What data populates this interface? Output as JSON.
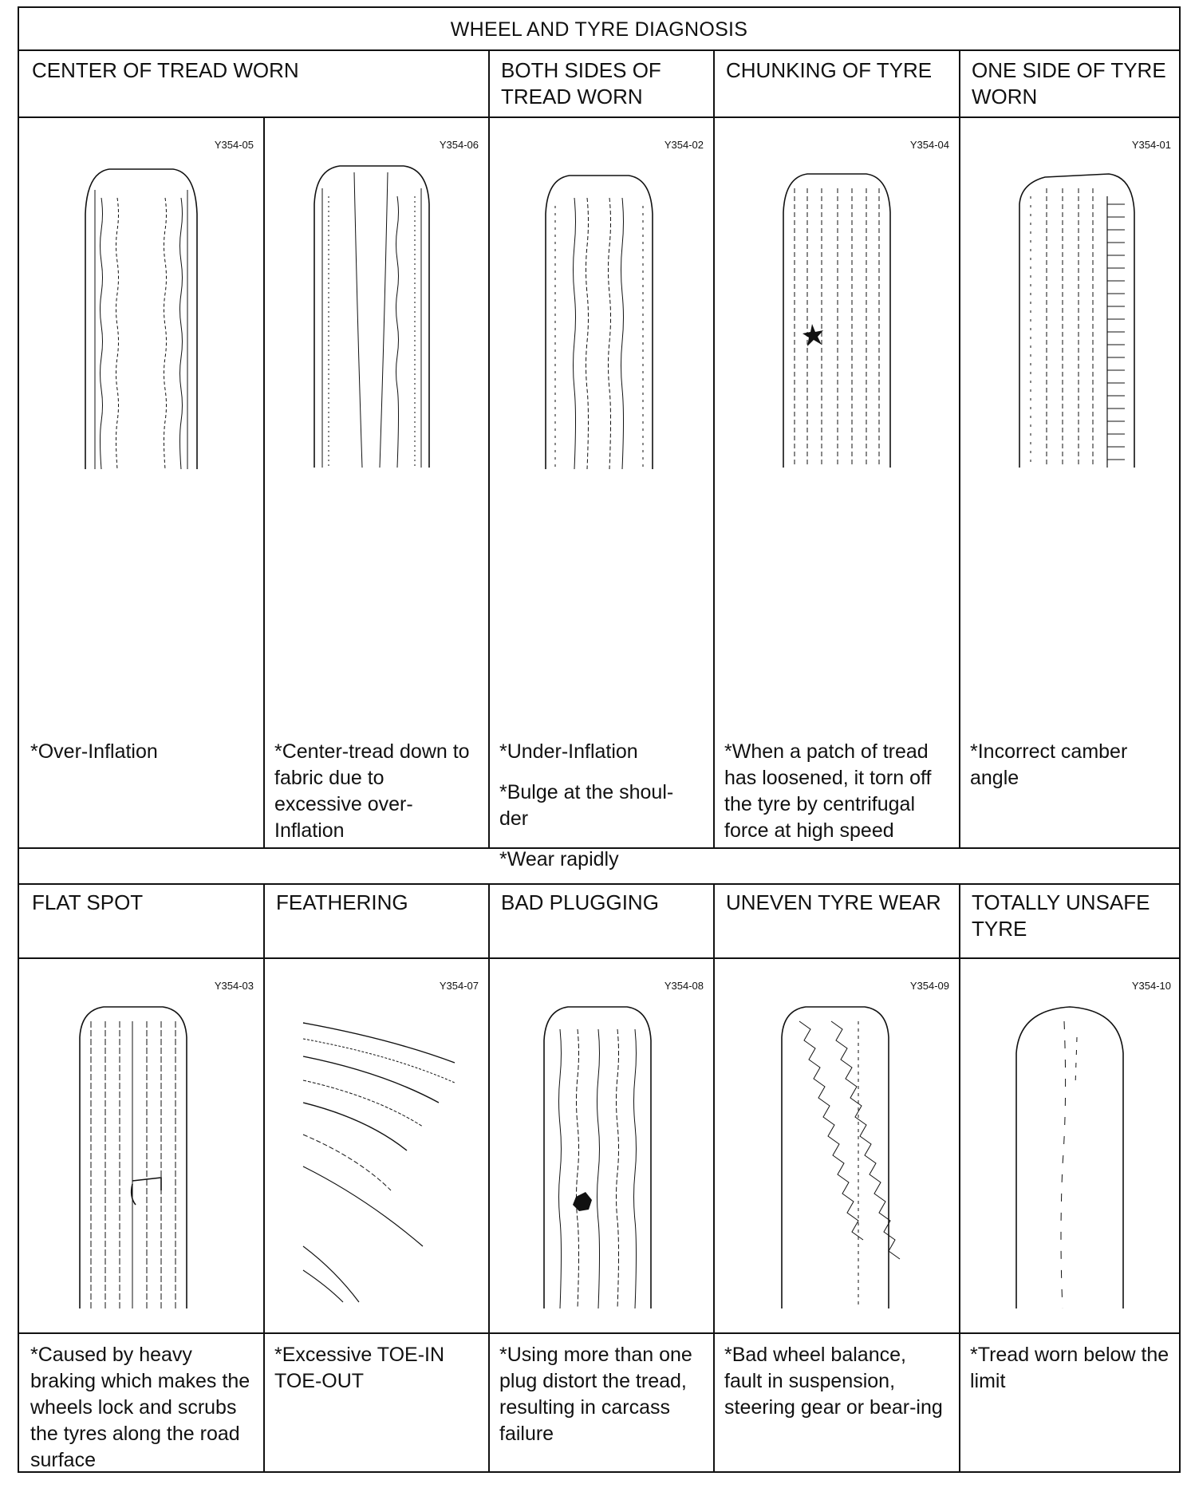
{
  "title": "WHEEL AND TYRE DIAGNOSIS",
  "top_section": {
    "headers": [
      "CENTER OF TREAD WORN",
      "BOTH SIDES OF TREAD WORN",
      "CHUNKING OF TYRE",
      "ONE SIDE OF TYRE WORN"
    ],
    "codes": [
      "Y354-05",
      "Y354-06",
      "Y354-02",
      "Y354-04",
      "Y354-01"
    ],
    "descriptions": [
      [
        "*Over-Inflation"
      ],
      [
        "*Center-tread down to fabric due to excessive over-Inflation"
      ],
      [
        "*Under-Inflation",
        "*Bulge at the shoul-der",
        "*Wear rapidly"
      ],
      [
        "*When a patch of tread has loosened, it torn off the tyre by centrifugal force at high speed"
      ],
      [
        "*Incorrect camber angle"
      ]
    ]
  },
  "bottom_section": {
    "headers": [
      "FLAT SPOT",
      "FEATHERING",
      "BAD PLUGGING",
      "UNEVEN TYRE WEAR",
      "TOTALLY UNSAFE TYRE"
    ],
    "codes": [
      "Y354-03",
      "Y354-07",
      "Y354-08",
      "Y354-09",
      "Y354-10"
    ],
    "descriptions": [
      [
        "*Caused by heavy braking which makes the wheels lock and scrubs the tyres along the road surface"
      ],
      [
        "*Excessive TOE-IN TOE-OUT"
      ],
      [
        "*Using more than one plug distort the tread, resulting in carcass failure"
      ],
      [
        "*Bad wheel balance, fault in suspension, steering gear or bear-ing"
      ],
      [
        "*Tread worn below the limit"
      ]
    ]
  }
}
